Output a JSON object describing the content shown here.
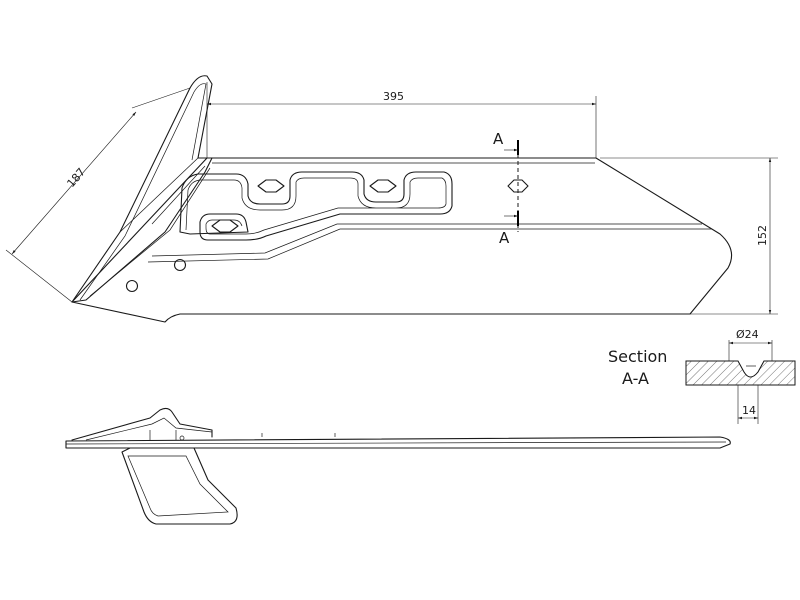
{
  "dimensions": {
    "length": "395",
    "wing_length": "187",
    "height": "152",
    "hole_diameter": "Ø24",
    "counterbore_width": "14"
  },
  "section_markers": {
    "top": "A",
    "bottom": "A"
  },
  "section_label": {
    "line1": "Section",
    "line2": "A-A"
  }
}
